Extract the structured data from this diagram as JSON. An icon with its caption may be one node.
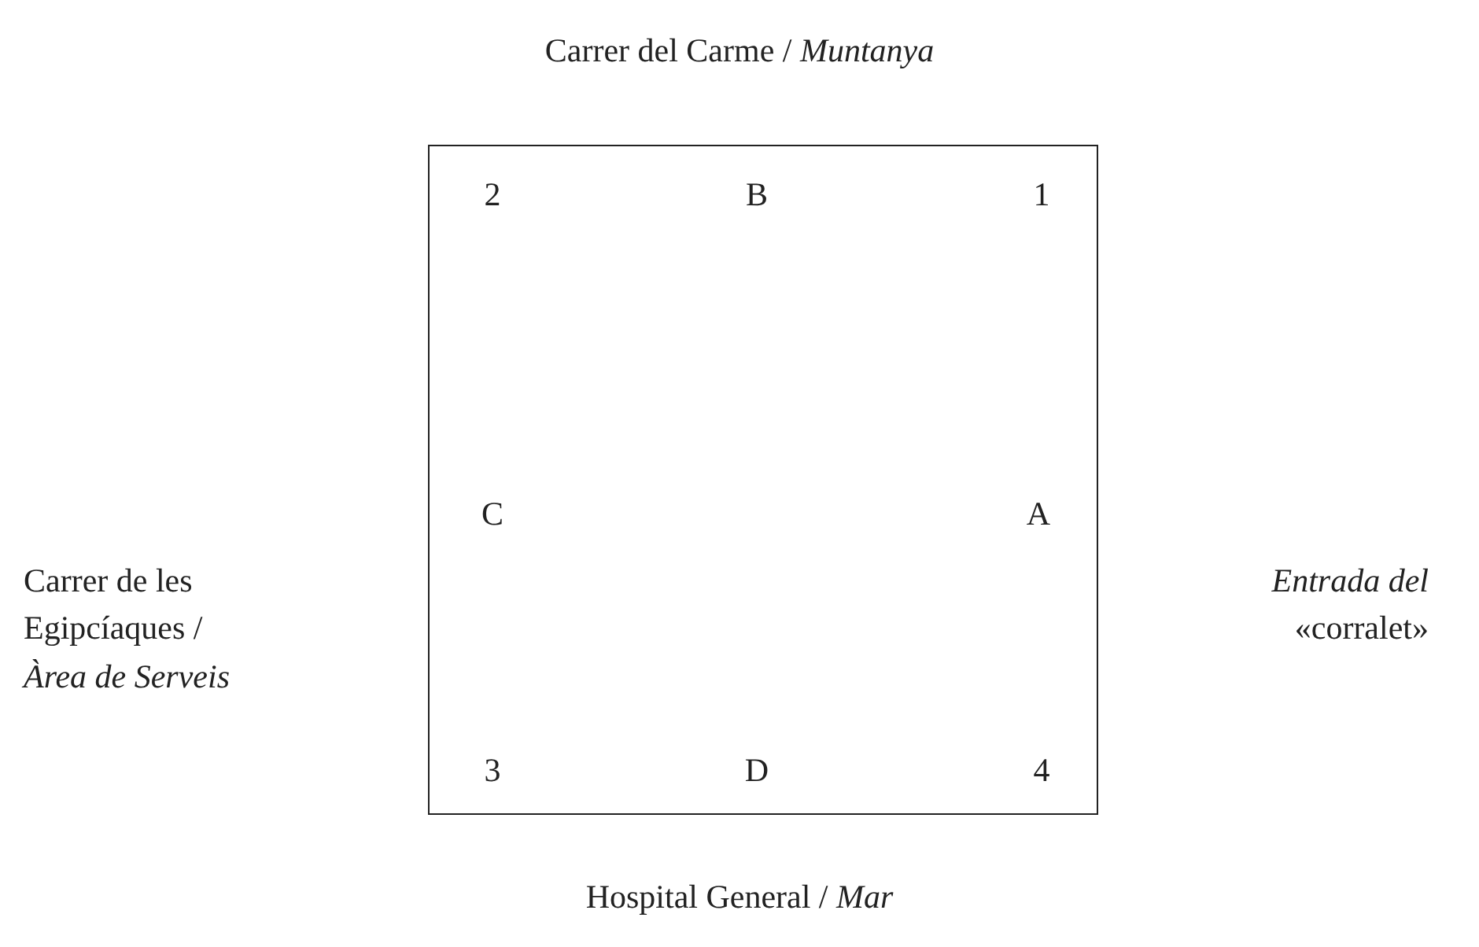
{
  "diagram": {
    "nodes": [
      {
        "text": [
          "2",
          "B",
          "1",
          "C",
          "A",
          "3",
          "D",
          "4"
        ]
      }
    ],
    "labels": [
      "Carrer del Carme / *Muntanya*",
      "Carrer de les Egipcíaques / *Àrea de Serveis*",
      "*Entrada del* «corralet»",
      "Hospital General / *Mar*"
    ]
  }
}
